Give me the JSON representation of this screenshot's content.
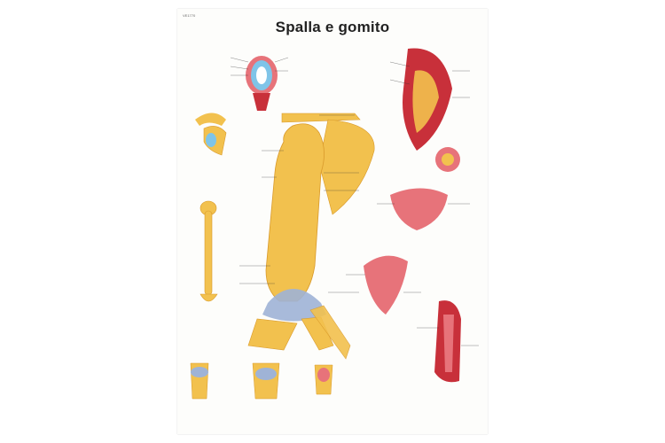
{
  "poster": {
    "title": "Spalla e gomito",
    "product_code": "VE1770"
  },
  "colors": {
    "bone": "#f2c14e",
    "bone_shade": "#d99a2b",
    "muscle": "#c8303a",
    "muscle_light": "#e7737a",
    "ligament": "#9fb3d6",
    "cartilage": "#7fc4e8",
    "label_line": "#333333"
  },
  "icons": [
    "shoulder-joint-section",
    "clavicle-scapula",
    "humerus",
    "shoulder-elbow-bones",
    "shoulder-muscles",
    "elbow-joint"
  ]
}
